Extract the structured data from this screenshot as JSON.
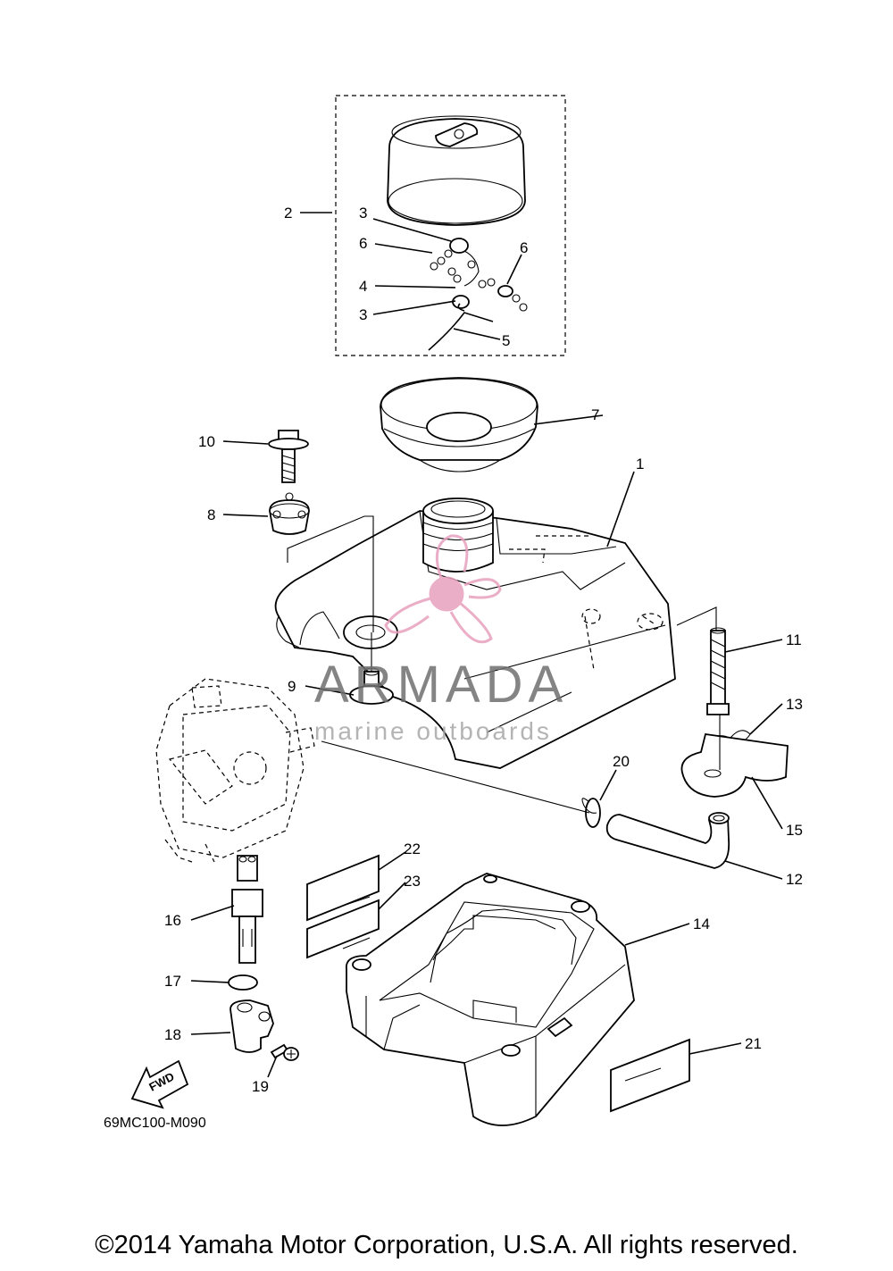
{
  "callouts": {
    "c1": "1",
    "c2": "2",
    "c3a": "3",
    "c3b": "3",
    "c4": "4",
    "c5": "5",
    "c6a": "6",
    "c6b": "6",
    "c7": "7",
    "c8": "8",
    "c9": "9",
    "c10": "10",
    "c11": "11",
    "c12": "12",
    "c13": "13",
    "c14": "14",
    "c15": "15",
    "c16": "16",
    "c17": "17",
    "c18": "18",
    "c19": "19",
    "c20": "20",
    "c21": "21",
    "c22": "22",
    "c23": "23"
  },
  "diagram_code": "69MC100-M090",
  "fwd_label": "FWD",
  "watermark": {
    "brand": "ARMADA",
    "tagline": "marine outboards",
    "brand_color": "#e8a0be"
  },
  "copyright": "©2014 Yamaha Motor Corporation, U.S.A. All rights reserved."
}
